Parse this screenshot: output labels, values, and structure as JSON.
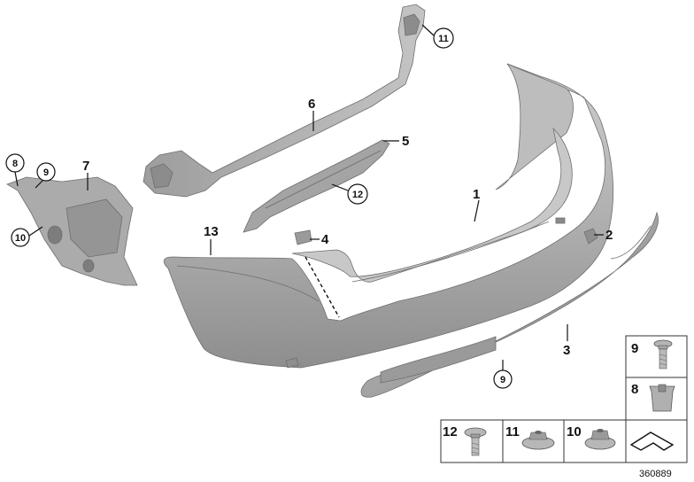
{
  "callouts": {
    "c1": "1",
    "c2": "2",
    "c3": "3",
    "c4": "4",
    "c5": "5",
    "c6": "6",
    "c7": "7",
    "c8": "8",
    "c9a": "9",
    "c9b": "9",
    "c10": "10",
    "c11": "11",
    "c12": "12",
    "c13": "13"
  },
  "legend": {
    "n9": "9",
    "n8": "8",
    "n12": "12",
    "n11": "11",
    "n10": "10"
  },
  "reference_number": "360889",
  "colors": {
    "part": "#a9a9a9",
    "part_dark": "#8c8c8c",
    "line": "#111111"
  }
}
